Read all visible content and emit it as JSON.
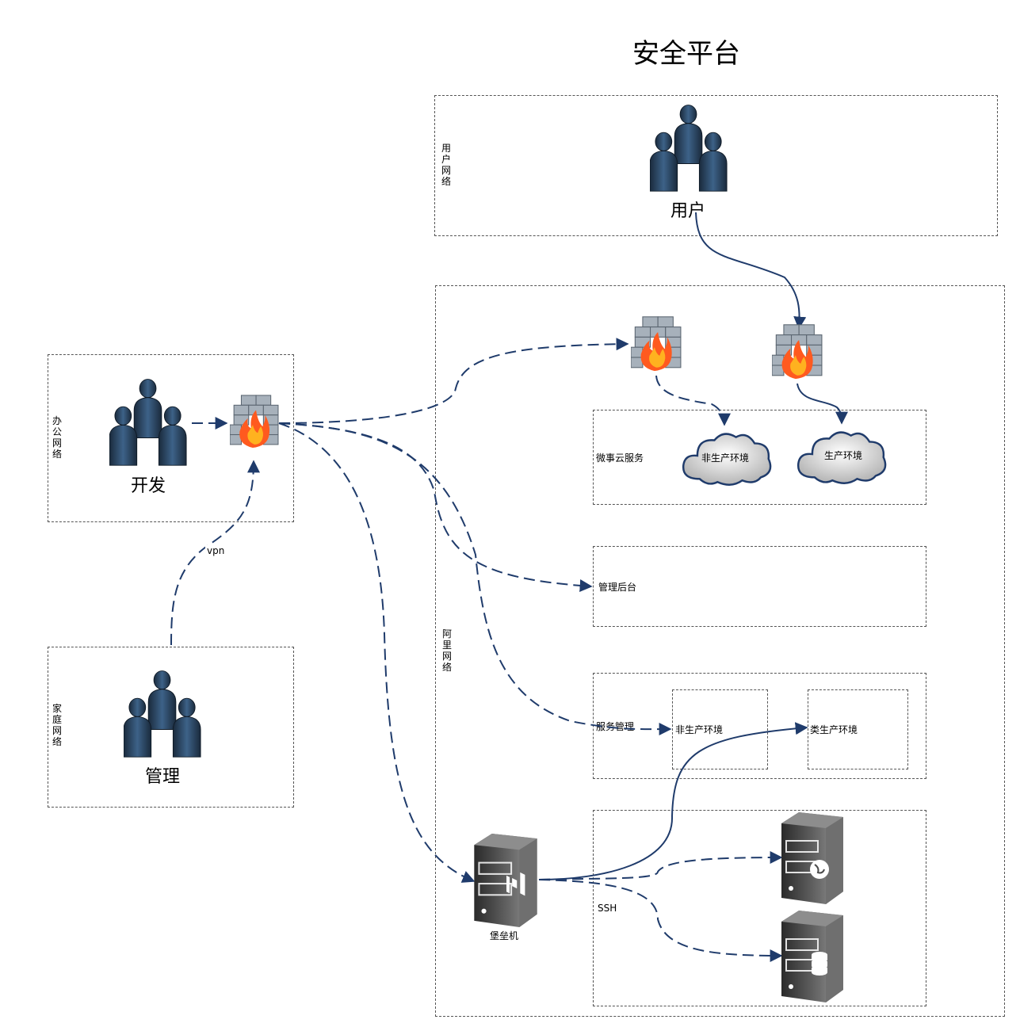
{
  "title": "安全平台",
  "zones": {
    "user_net": "用户网络",
    "office_net": "办公网络",
    "home_net": "家庭网络",
    "ali_net": "阿里网络"
  },
  "nodes": {
    "users": "用户",
    "dev": "开发",
    "admin": "管理",
    "bastion": "堡垒机",
    "cloud_nonprod": "非生产环境",
    "cloud_prod": "生产环境",
    "weishi_cloud": "微事云服务",
    "admin_backend": "管理后台",
    "service_mgmt": "服务管理",
    "svc_nonprod": "非生产环境",
    "svc_likeprod": "类生产环境"
  },
  "edges": {
    "vpn": "vpn",
    "ssh": "SSH"
  },
  "icons": [
    "users-group-icon",
    "firewall-icon",
    "cloud-icon",
    "server-icon",
    "web-server-icon",
    "database-server-icon"
  ],
  "colors": {
    "edge": "#1f3b6b",
    "person": "#2d4a6b",
    "cloud": "#b8b8b8",
    "server": "#4a4a4a",
    "fire": "#f07020",
    "brick": "#9aa6b2"
  }
}
